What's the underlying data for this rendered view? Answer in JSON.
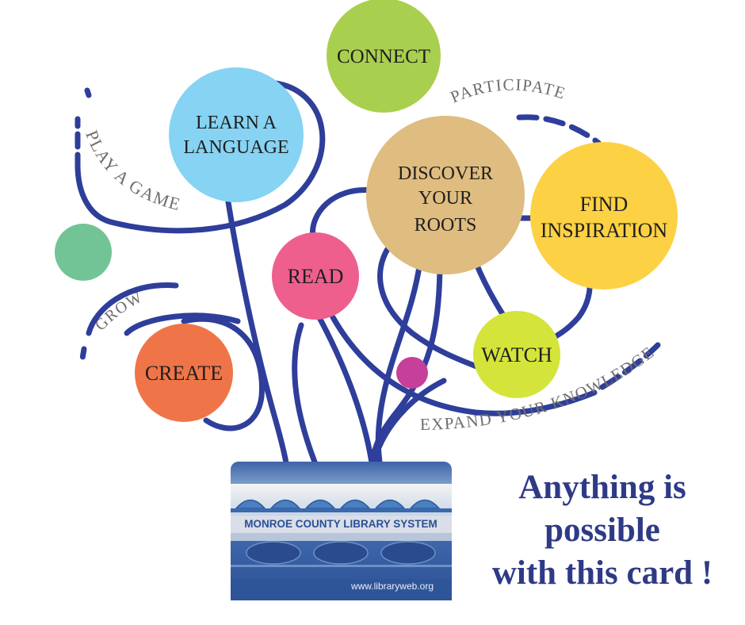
{
  "circles": {
    "connect": "CONNECT",
    "learn_line1": "LEARN A",
    "learn_line2": "LANGUAGE",
    "discover_line1": "DISCOVER",
    "discover_line2": "YOUR",
    "discover_line3": "ROOTS",
    "find_line1": "FIND",
    "find_line2": "INSPIRATION",
    "read": "READ",
    "create": "CREATE",
    "watch": "WATCH"
  },
  "curve_labels": {
    "participate": "PARTICIPATE",
    "play_a_game": "PLAY A GAME",
    "grow": "GROW",
    "expand_your_knowledge": "EXPAND YOUR KNOWLEDGE"
  },
  "card": {
    "title": "MONROE COUNTY LIBRARY SYSTEM",
    "url": "www.libraryweb.org"
  },
  "tagline": {
    "line1": "Anything is",
    "line2": "possible",
    "line3": "with this card !"
  },
  "colors": {
    "vine": "#2e3e9a",
    "connect": "#a9cf4f",
    "learn": "#86d3f3",
    "discover": "#dfbc7f",
    "find": "#fcd143",
    "read": "#ee5f8e",
    "create": "#ef7548",
    "watch": "#d5e43a",
    "green_dot": "#72c497",
    "magenta_dot": "#c63f98",
    "tagline": "#2f3a86"
  }
}
